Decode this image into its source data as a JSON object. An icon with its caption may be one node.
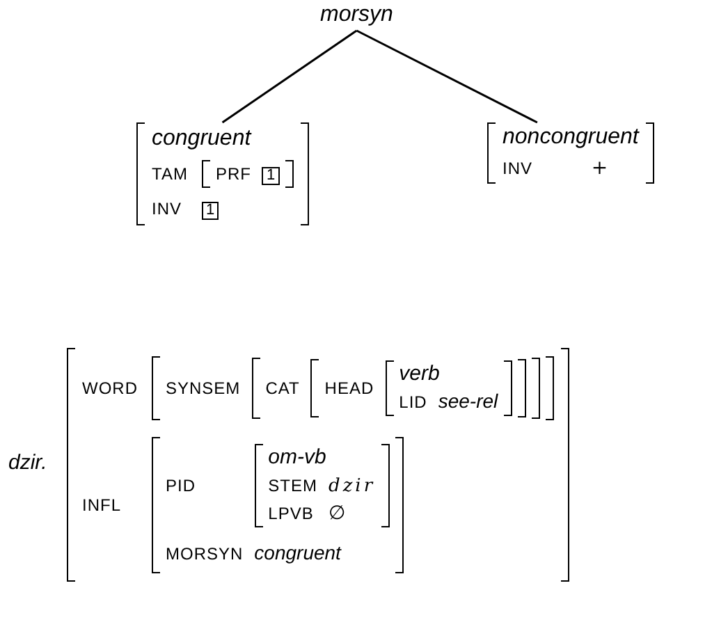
{
  "diagram": {
    "nodes": [
      {
        "text": [
          "morsyn"
        ]
      },
      {
        "text": [
          "congruent",
          "TAM",
          "PRF",
          "1",
          "INV",
          "1"
        ]
      },
      {
        "text": [
          "noncongruent",
          "INV",
          "+"
        ]
      }
    ],
    "edges": [
      {
        "from": 0,
        "to": 1,
        "arrow": "none"
      },
      {
        "from": 0,
        "to": 2,
        "arrow": "none"
      }
    ],
    "labels": [
      "dzir.",
      "WORD",
      "SYNSEM",
      "CAT",
      "HEAD",
      "verb",
      "LID",
      "see-rel",
      "INFL",
      "PID",
      "om-vb",
      "STEM",
      "dzir",
      "LPVB",
      "∅",
      "MORSYN",
      "congruent"
    ]
  }
}
